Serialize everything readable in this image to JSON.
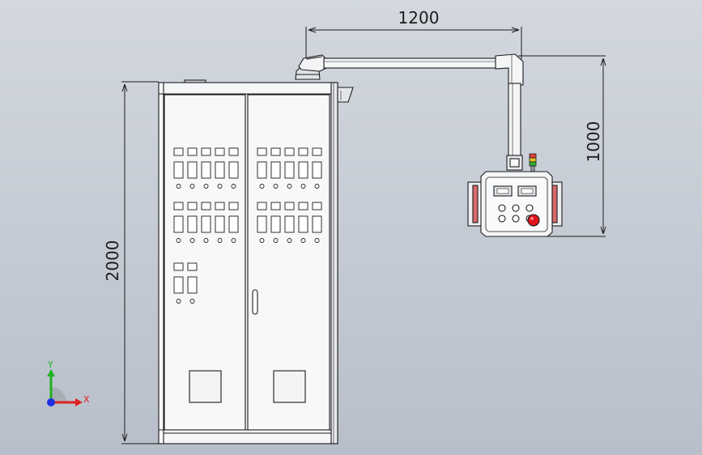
{
  "dimensions": {
    "arm_width": "1200",
    "arm_height": "1000",
    "cabinet_height": "2000"
  },
  "triad": {
    "y_label": "Y",
    "x_label": "X"
  },
  "colors": {
    "background_top": "#d3d8df",
    "background_bottom": "#b8bfca",
    "line": "#1c1c1c",
    "stop_button": "#e0141c",
    "axis_x": "#e02020",
    "axis_y": "#20b020",
    "axis_z": "#2030e0",
    "light_red": "#e04040",
    "light_yellow": "#e0c020",
    "light_green": "#30b030"
  },
  "panel_rows": {
    "left_door": [
      "row-1",
      "row-2"
    ],
    "right_door": [
      "row-1",
      "row-2"
    ]
  }
}
